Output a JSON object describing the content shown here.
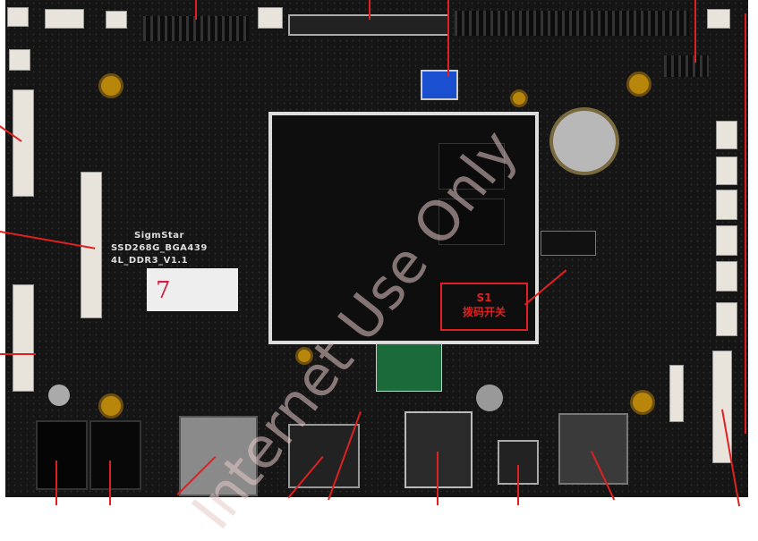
{
  "board": {
    "brand": "SigmStar",
    "model": "SSD268G_BGA439",
    "revision": "4L_DDR3_V1.1",
    "sticker_number": "7"
  },
  "callout": {
    "id": "S1",
    "label": "拨码开关"
  },
  "watermark": "Internet Use Only",
  "colors": {
    "callout": "#e02020",
    "pcb": "#151515",
    "silkscreen": "#e8e8e8"
  }
}
